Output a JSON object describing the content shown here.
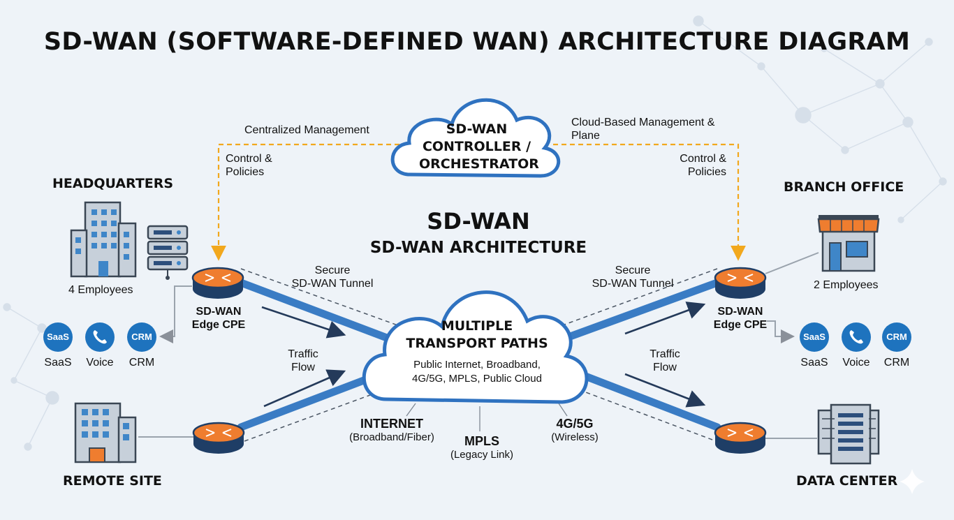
{
  "title": "SD-WAN (SOFTWARE-DEFINED WAN) ARCHITECTURE DIAGRAM",
  "controller": {
    "label_line1": "SD-WAN",
    "label_line2": "CONTROLLER /",
    "label_line3": "ORCHESTRATOR",
    "left_note": "Centralized Management",
    "right_note_line1": "Cloud-Based Management &",
    "right_note_line2": "Plane",
    "left_policy_line1": "Control &",
    "left_policy_line2": "Policies",
    "right_policy_line1": "Control &",
    "right_policy_line2": "Policies"
  },
  "center": {
    "heading": "SD-WAN",
    "subheading": "SD-WAN ARCHITECTURE"
  },
  "transport_cloud": {
    "title_line1": "MULTIPLE",
    "title_line2": "TRANSPORT PATHS",
    "desc_line1": "Public Internet, Broadband,",
    "desc_line2": "4G/5G, MPLS, Public Cloud"
  },
  "sites": {
    "headquarters": {
      "title": "HEADQUARTERS",
      "employees": "4 Employees"
    },
    "branch": {
      "title": "BRANCH OFFICE",
      "employees": "2 Employees"
    },
    "remote": {
      "title": "REMOTE SITE"
    },
    "datacenter": {
      "title": "DATA CENTER"
    }
  },
  "edge": {
    "left_line1": "SD-WAN",
    "left_line2": "Edge CPE",
    "right_line1": "SD-WAN",
    "right_line2": "Edge CPE"
  },
  "tunnels": {
    "left_line1": "Secure",
    "left_line2": "SD-WAN Tunnel",
    "right_line1": "Secure",
    "right_line2": "SD-WAN Tunnel"
  },
  "flows": {
    "left_line1": "Traffic",
    "left_line2": "Flow",
    "right_line1": "Traffic",
    "right_line2": "Flow"
  },
  "apps": {
    "left": [
      {
        "icon_text": "SaaS",
        "label": "SaaS",
        "icon": "saas-icon"
      },
      {
        "icon_text": "",
        "label": "Voice",
        "icon": "phone-icon"
      },
      {
        "icon_text": "CRM",
        "label": "CRM",
        "icon": "crm-icon"
      }
    ],
    "right": [
      {
        "icon_text": "SaaS",
        "label": "SaaS",
        "icon": "saas-icon"
      },
      {
        "icon_text": "",
        "label": "Voice",
        "icon": "phone-icon"
      },
      {
        "icon_text": "CRM",
        "label": "CRM",
        "icon": "crm-icon"
      }
    ]
  },
  "links": {
    "internet_title": "INTERNET",
    "internet_sub": "(Broadband/Fiber)",
    "mpls_title": "MPLS",
    "mpls_sub": "(Legacy Link)",
    "wireless_title": "4G/5G",
    "wireless_sub": "(Wireless)"
  },
  "colors": {
    "link_blue": "#3a7cc4",
    "router_orange": "#ef7d2f",
    "router_navy": "#1f3e66",
    "dashed_orange": "#f2a81d",
    "app_blue": "#1e73be",
    "background": "#eef3f8"
  }
}
